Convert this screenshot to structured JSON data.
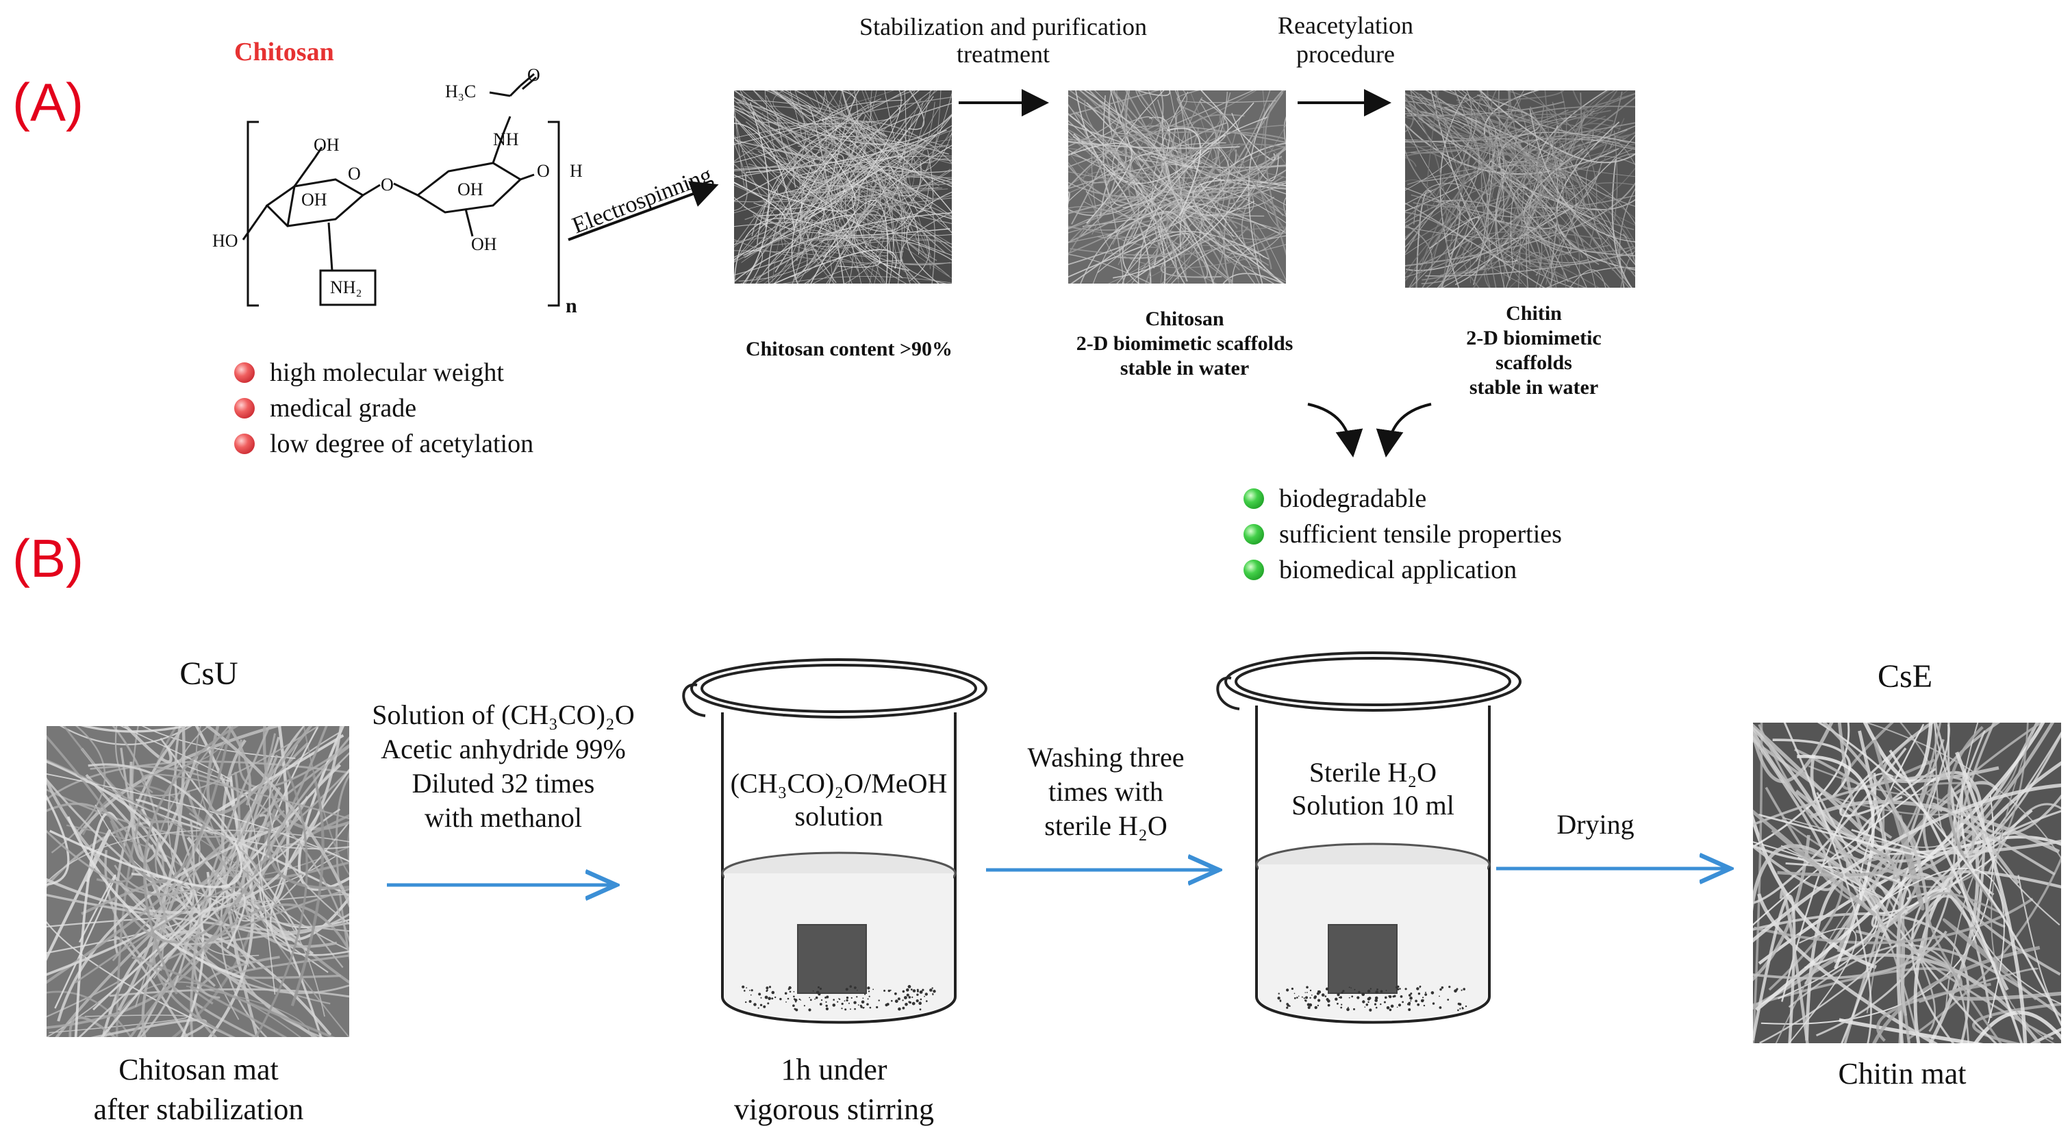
{
  "panels": {
    "a_label": "(A)",
    "b_label": "(B)"
  },
  "panel_a": {
    "title": "Chitosan",
    "chem_labels": [
      "OH",
      "OH",
      "HO",
      "NH₂",
      "H₃C",
      "NH",
      "OH",
      "OH",
      "H",
      "n",
      "O",
      "O",
      "O",
      "O"
    ],
    "electrospinning": "Electrospinning",
    "step1": [
      "Stabilization and purification",
      "treatment"
    ],
    "step2": [
      "Reacetylation",
      "procedure"
    ],
    "caption1": [
      "Chitosan content >90%"
    ],
    "caption2": [
      "Chitosan",
      "2-D biomimetic scaffolds",
      "stable in water"
    ],
    "caption3": [
      "Chitin",
      "2-D biomimetic",
      "scaffolds",
      "stable in water"
    ],
    "properties": [
      "high molecular weight",
      "medical grade",
      "low degree of acetylation"
    ],
    "outcomes": [
      "biodegradable",
      "sufficient tensile properties",
      "biomedical application"
    ],
    "colors": {
      "red_bullet": "#d6202c",
      "green_bullet": "#22b02a",
      "title_red": "#e63232",
      "panel_label": "#e3001b"
    }
  },
  "panel_b": {
    "left_title": "CsU",
    "left_caption": [
      "Chitosan mat",
      "after stabilization"
    ],
    "reagent": [
      "Solution of (CH₃CO)₂O",
      "Acetic anhydride 99%",
      "Diluted 32 times",
      "with methanol"
    ],
    "beaker1_text": [
      "(CH₃CO)₂O/MeOH",
      "solution"
    ],
    "beaker1_caption": [
      "1h under",
      "vigorous stirring"
    ],
    "wash": [
      "Washing three",
      "times with",
      "sterile H₂O"
    ],
    "beaker2_text": [
      "Sterile H₂O",
      "Solution 10 ml"
    ],
    "drying": "Drying",
    "right_title": "CsE",
    "right_caption": [
      "Chitin mat"
    ],
    "colors": {
      "arrow_blue": "#3b8fd6"
    }
  }
}
